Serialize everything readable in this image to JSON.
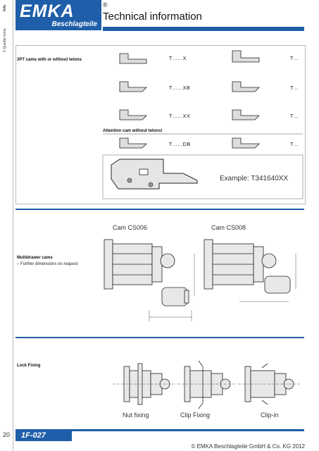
{
  "header": {
    "logo": "EMKA",
    "logo_sub": "Beschlagteile",
    "registered": "®",
    "title": "Technical information",
    "side_label": "Info",
    "side_category": "1 Quarter turns"
  },
  "cams": {
    "heading": "3PT cams with or without tetons",
    "codes": [
      "T……X",
      "T…",
      "T……XB",
      "T…",
      "T……XX",
      "T…",
      "T……DB",
      "T…"
    ],
    "attention": "Attention cam without tetons!",
    "example": "Example: T341640XX"
  },
  "multidrawer": {
    "heading": "Multidrawer cams",
    "subtext": "– Further dimensions on request",
    "cam1": "Cam CS006",
    "cam2": "Cam CS008"
  },
  "lock_fixing": {
    "heading": "Lock Fixing",
    "captions": [
      "Nut fixing",
      "Clip Fixing",
      "Clip-in"
    ]
  },
  "footer": {
    "page": "20",
    "code": "1F-027",
    "copyright": "© EMKA Beschlagteile GmbH & Co. KG 2012"
  }
}
